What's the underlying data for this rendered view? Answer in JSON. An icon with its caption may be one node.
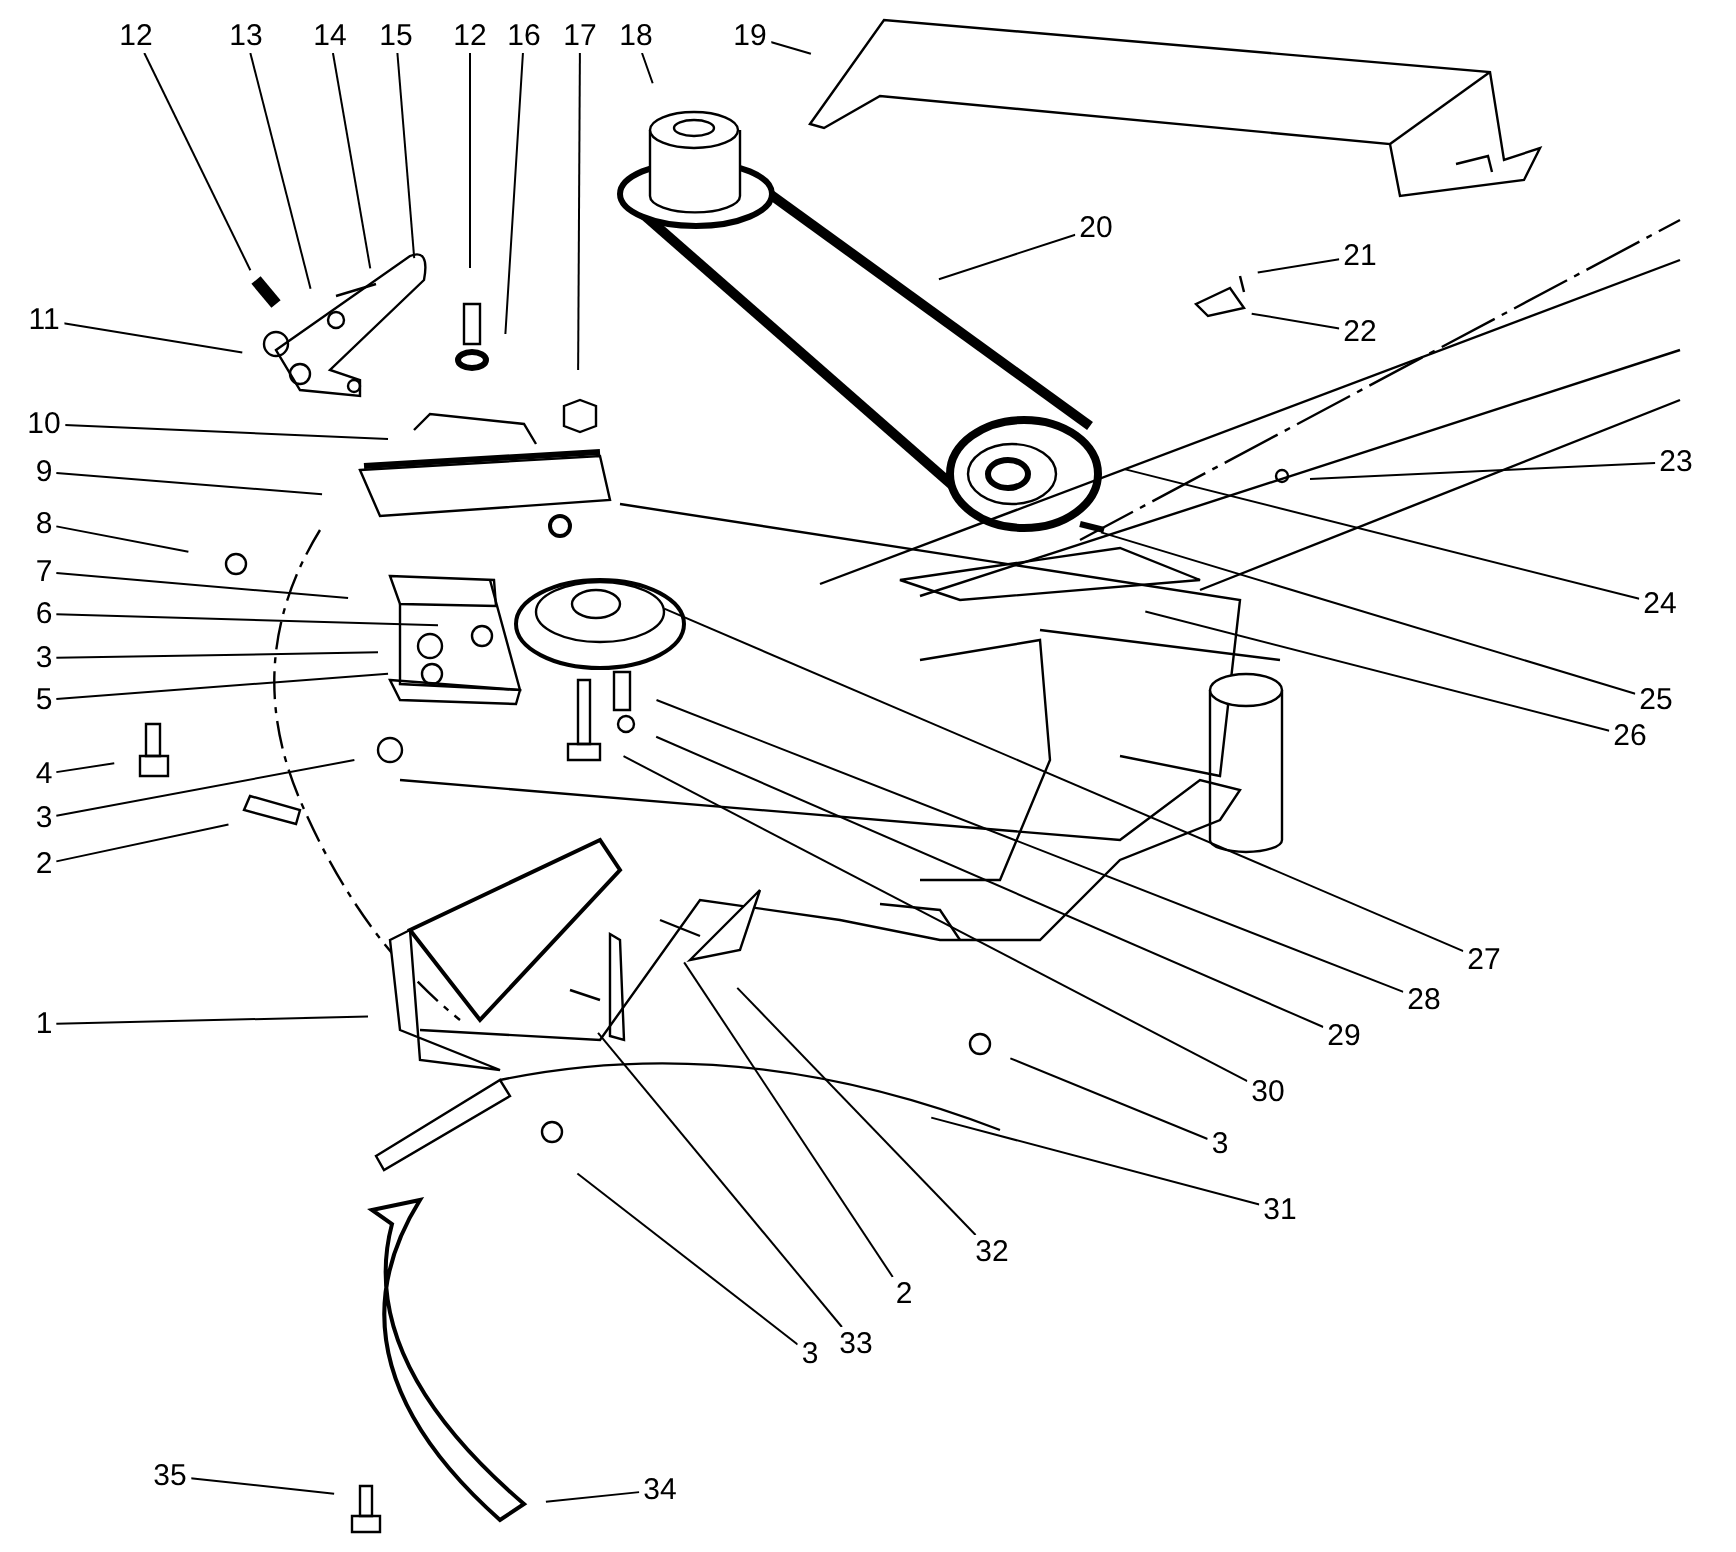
{
  "diagram": {
    "nodes": [
      {
        "text": [
          "12"
        ]
      },
      {
        "text": [
          "13"
        ]
      },
      {
        "text": [
          "14"
        ]
      },
      {
        "text": [
          "15"
        ]
      },
      {
        "text": [
          "12"
        ]
      },
      {
        "text": [
          "16"
        ]
      },
      {
        "text": [
          "17"
        ]
      },
      {
        "text": [
          "18"
        ]
      },
      {
        "text": [
          "19"
        ]
      },
      {
        "text": [
          "20"
        ]
      },
      {
        "text": [
          "21"
        ]
      },
      {
        "text": [
          "11"
        ]
      },
      {
        "text": [
          "22"
        ]
      },
      {
        "text": [
          "10"
        ]
      },
      {
        "text": [
          "23"
        ]
      },
      {
        "text": [
          "9"
        ]
      },
      {
        "text": [
          "8"
        ]
      },
      {
        "text": [
          "7"
        ]
      },
      {
        "text": [
          "24"
        ]
      },
      {
        "text": [
          "6"
        ]
      },
      {
        "text": [
          "3"
        ]
      },
      {
        "text": [
          "5"
        ]
      },
      {
        "text": [
          "25"
        ]
      },
      {
        "text": [
          "26"
        ]
      },
      {
        "text": [
          "4"
        ]
      },
      {
        "text": [
          "3"
        ]
      },
      {
        "text": [
          "2"
        ]
      },
      {
        "text": [
          "27"
        ]
      },
      {
        "text": [
          "28"
        ]
      },
      {
        "text": [
          "29"
        ]
      },
      {
        "text": [
          "30"
        ]
      },
      {
        "text": [
          "1"
        ]
      },
      {
        "text": [
          "3"
        ]
      },
      {
        "text": [
          "31"
        ]
      },
      {
        "text": [
          "32"
        ]
      },
      {
        "text": [
          "2"
        ]
      },
      {
        "text": [
          "33"
        ]
      },
      {
        "text": [
          "3"
        ]
      },
      {
        "text": [
          "35"
        ]
      },
      {
        "text": [
          "34"
        ]
      }
    ],
    "edges": [
      {
        "from": 0,
        "to": null,
        "arrow": "none"
      },
      {
        "from": 1,
        "to": null,
        "arrow": "none"
      },
      {
        "from": 2,
        "to": null,
        "arrow": "none"
      },
      {
        "from": 3,
        "to": null,
        "arrow": "none"
      },
      {
        "from": 4,
        "to": null,
        "arrow": "none"
      },
      {
        "from": 5,
        "to": null,
        "arrow": "none"
      },
      {
        "from": 6,
        "to": null,
        "arrow": "none"
      },
      {
        "from": 7,
        "to": null,
        "arrow": "none"
      },
      {
        "from": 8,
        "to": null,
        "arrow": "none"
      },
      {
        "from": 9,
        "to": null,
        "arrow": "none"
      },
      {
        "from": 10,
        "to": null,
        "arrow": "none"
      },
      {
        "from": 11,
        "to": null,
        "arrow": "none"
      },
      {
        "from": 12,
        "to": null,
        "arrow": "none"
      },
      {
        "from": 13,
        "to": null,
        "arrow": "none"
      },
      {
        "from": 14,
        "to": null,
        "arrow": "none"
      },
      {
        "from": 15,
        "to": null,
        "arrow": "none"
      },
      {
        "from": 16,
        "to": null,
        "arrow": "none"
      },
      {
        "from": 17,
        "to": null,
        "arrow": "none"
      },
      {
        "from": 18,
        "to": null,
        "arrow": "none"
      },
      {
        "from": 19,
        "to": null,
        "arrow": "none"
      },
      {
        "from": 20,
        "to": null,
        "arrow": "none"
      },
      {
        "from": 21,
        "to": null,
        "arrow": "none"
      },
      {
        "from": 22,
        "to": null,
        "arrow": "none"
      },
      {
        "from": 23,
        "to": null,
        "arrow": "none"
      },
      {
        "from": 24,
        "to": null,
        "arrow": "none"
      },
      {
        "from": 25,
        "to": null,
        "arrow": "none"
      },
      {
        "from": 26,
        "to": null,
        "arrow": "none"
      },
      {
        "from": 27,
        "to": null,
        "arrow": "none"
      },
      {
        "from": 28,
        "to": null,
        "arrow": "none"
      },
      {
        "from": 29,
        "to": null,
        "arrow": "none"
      },
      {
        "from": 30,
        "to": null,
        "arrow": "none"
      },
      {
        "from": 31,
        "to": null,
        "arrow": "none"
      },
      {
        "from": 32,
        "to": null,
        "arrow": "none"
      },
      {
        "from": 33,
        "to": null,
        "arrow": "none"
      },
      {
        "from": 34,
        "to": null,
        "arrow": "none"
      },
      {
        "from": 35,
        "to": null,
        "arrow": "none"
      },
      {
        "from": 36,
        "to": null,
        "arrow": "none"
      },
      {
        "from": 37,
        "to": null,
        "arrow": "none"
      },
      {
        "from": 38,
        "to": null,
        "arrow": "none"
      },
      {
        "from": 39,
        "to": null,
        "arrow": "none"
      }
    ]
  }
}
